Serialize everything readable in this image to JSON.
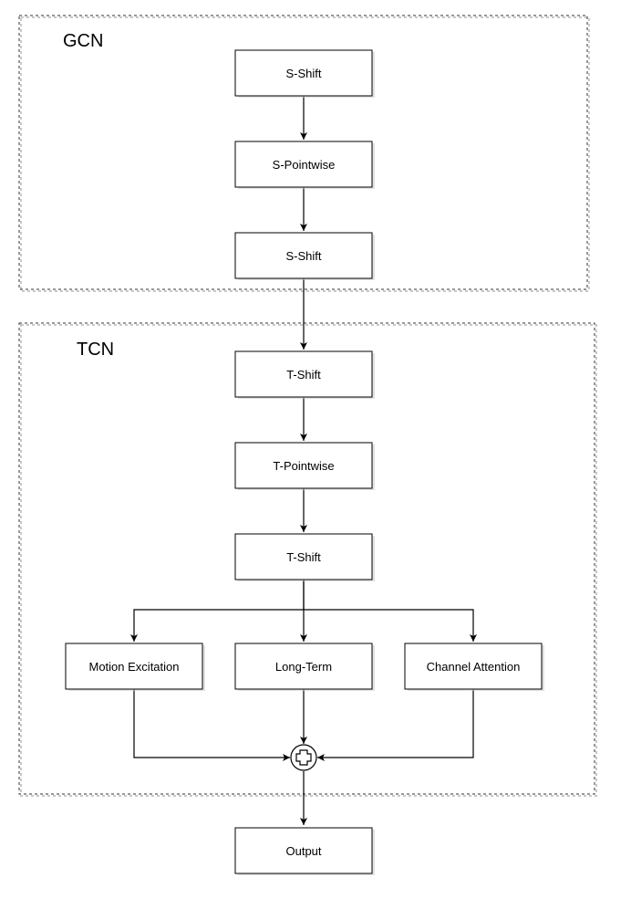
{
  "groups": {
    "gcn": {
      "label": "GCN"
    },
    "tcn": {
      "label": "TCN"
    }
  },
  "nodes": {
    "s_shift_1": "S-Shift",
    "s_pointwise": "S-Pointwise",
    "s_shift_2": "S-Shift",
    "t_shift_1": "T-Shift",
    "t_pointwise": "T-Pointwise",
    "t_shift_2": "T-Shift",
    "motion_excitation": "Motion Excitation",
    "long_term": "Long-Term",
    "channel_attention": "Channel Attention",
    "output": "Output"
  },
  "sum_symbol": "plus-circle-icon"
}
